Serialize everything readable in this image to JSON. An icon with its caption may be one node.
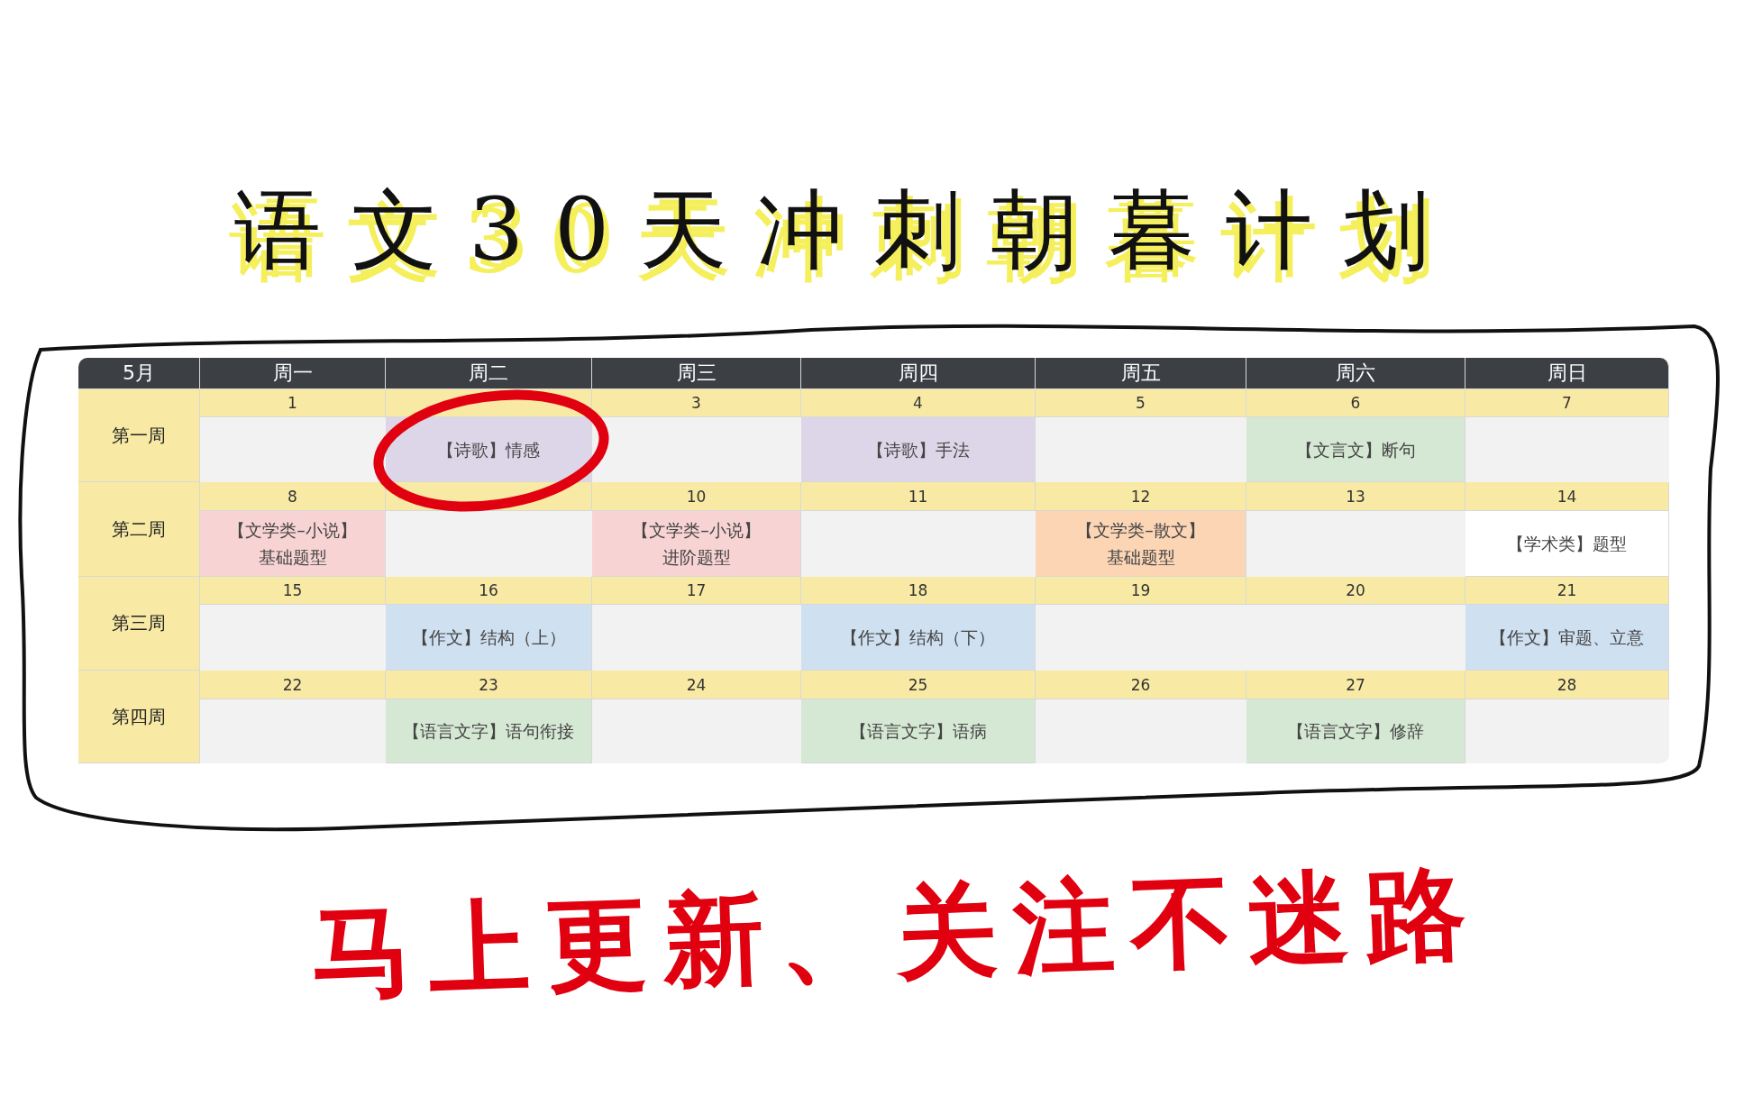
{
  "diagram": {
    "title": "语文30天冲刺朝暮计划",
    "labels": [
      "5月",
      "周一",
      "周二",
      "周三",
      "周四",
      "周五",
      "周六",
      "周日",
      "第一周",
      "1",
      "3",
      "4",
      "5",
      "6",
      "7",
      "【诗歌】情感",
      "【诗歌】手法",
      "【文言文】断句",
      "第二周",
      "8",
      "10",
      "11",
      "12",
      "13",
      "14",
      "【文学类–小说】基础题型",
      "【文学类–小说】进阶题型",
      "【文学类–散文】基础题型",
      "【学术类】题型",
      "第三周",
      "15",
      "16",
      "17",
      "18",
      "19",
      "20",
      "21",
      "【作文】结构（上）",
      "【作文】结构（下）",
      "【作文】审题、立意",
      "第四周",
      "22",
      "23",
      "24",
      "25",
      "26",
      "27",
      "28",
      "【语言文字】语句衔接",
      "【语言文字】语病",
      "【语言文字】修辞",
      "马上更新、关注不迷路"
    ]
  }
}
